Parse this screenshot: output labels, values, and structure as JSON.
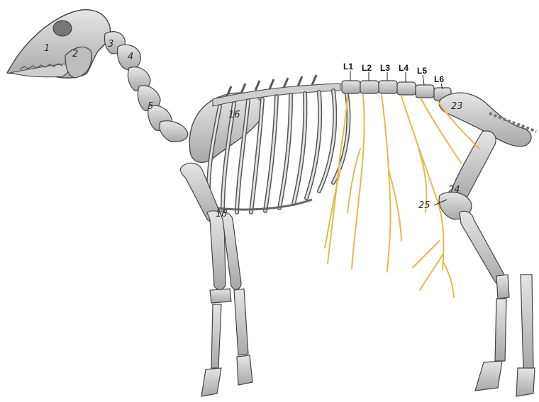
{
  "colors": {
    "bone_fill": "#d4d4d4",
    "bone_stroke": "#4a4a4a",
    "bone_shade": "#9a9a9a",
    "nerve": "#e8b84a",
    "label_text": "#111111"
  },
  "lumbar_labels": [
    "L1",
    "L2",
    "L3",
    "L4",
    "L5",
    "L6"
  ],
  "bone_labels": {
    "skull": "1",
    "mandible": "2",
    "atlas": "3",
    "axis": "4",
    "cervical": "5",
    "scapula": "16",
    "humerus_radius": "18",
    "pelvis": "23",
    "femur": "24",
    "stifle": "25"
  }
}
